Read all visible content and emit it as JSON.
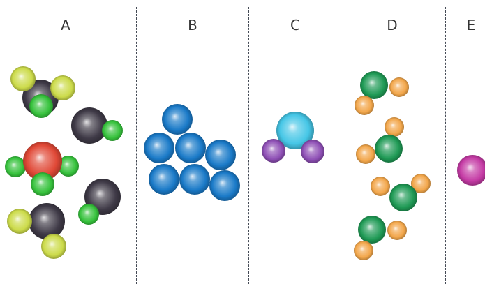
{
  "panels": [
    {
      "id": "A",
      "label": "A"
    },
    {
      "id": "B",
      "label": "B"
    },
    {
      "id": "C",
      "label": "C"
    },
    {
      "id": "D",
      "label": "D"
    },
    {
      "id": "E",
      "label": "E"
    }
  ],
  "colors": {
    "yellow-green": "#ccdb4a",
    "dark-gray": "#3f3a47",
    "green": "#36c23c",
    "red": "#e04836",
    "blue": "#1a7ac8",
    "cyan": "#45c6e6",
    "purple": "#8e4fb5",
    "dark-green": "#1f9a55",
    "orange": "#f2a64a",
    "magenta": "#c43aa4",
    "divider": "#444a55"
  }
}
